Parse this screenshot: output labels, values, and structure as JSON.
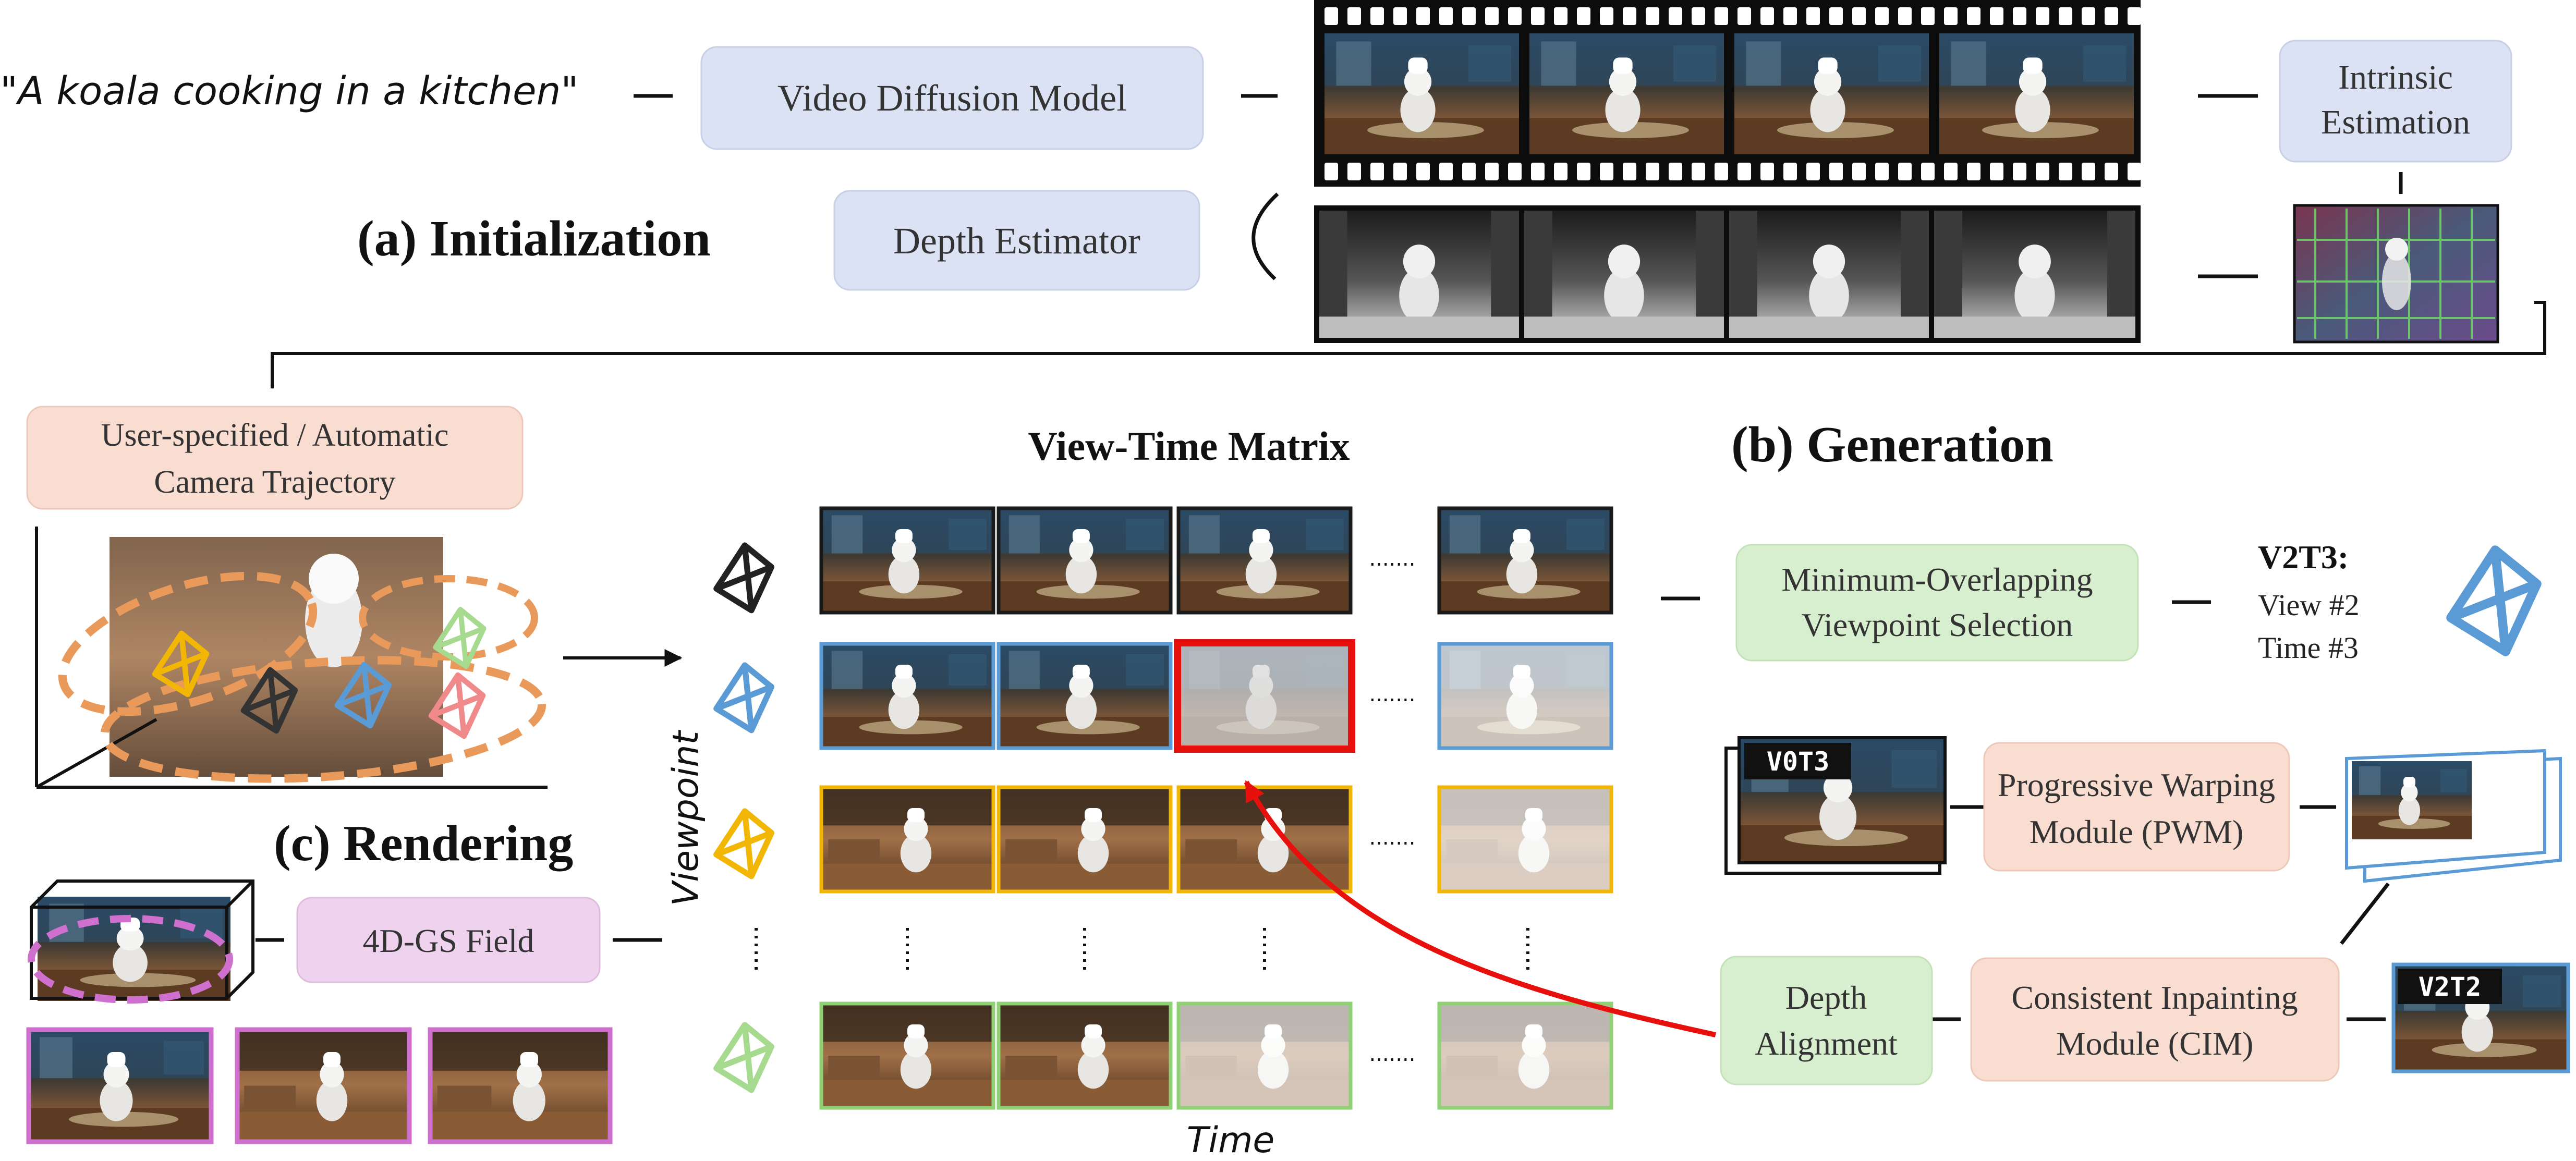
{
  "prompt": "\"A koala cooking in a kitchen\"",
  "boxes": {
    "vdm": "Video Diffusion Model",
    "depth": "Depth Estimator",
    "intrinsic": [
      "Intrinsic",
      "Estimation"
    ],
    "trajectory": [
      "User-specified / Automatic",
      "Camera Trajectory"
    ],
    "mov": [
      "Minimum-Overlapping",
      "Viewpoint Selection"
    ],
    "pwm": [
      "Progressive Warping",
      "Module (PWM)"
    ],
    "cim": [
      "Consistent Inpainting",
      "Module (CIM)"
    ],
    "depth_align": [
      "Depth",
      "Alignment"
    ],
    "gs": "4D-GS Field"
  },
  "headings": {
    "init": "(a) Initialization",
    "gen": "(b) Generation",
    "render": "(c) Rendering",
    "matrix": "View-Time Matrix"
  },
  "axes": {
    "viewpoint": "Viewpoint",
    "time": "Time"
  },
  "v2t3": {
    "title": "V2T3:",
    "view": "View #2",
    "time": "Time #3"
  },
  "tags": {
    "v0t3": "V0T3",
    "v2t2": "V2T2"
  },
  "colors": {
    "box_blue": "#dbe2f3",
    "box_peach": "#f8ddd0",
    "box_green": "#d8efcf",
    "box_pink": "#efd2ee",
    "row_black": "#1a1a1a",
    "row_blue": "#5b9bd5",
    "row_yellow": "#f2b705",
    "row_green": "#8fd174",
    "highlight_red": "#e8100c",
    "ellipse_orange": "#e99a5a",
    "ellipse_green": "#a6da8e",
    "ellipse_pink": "#cf70cf"
  }
}
